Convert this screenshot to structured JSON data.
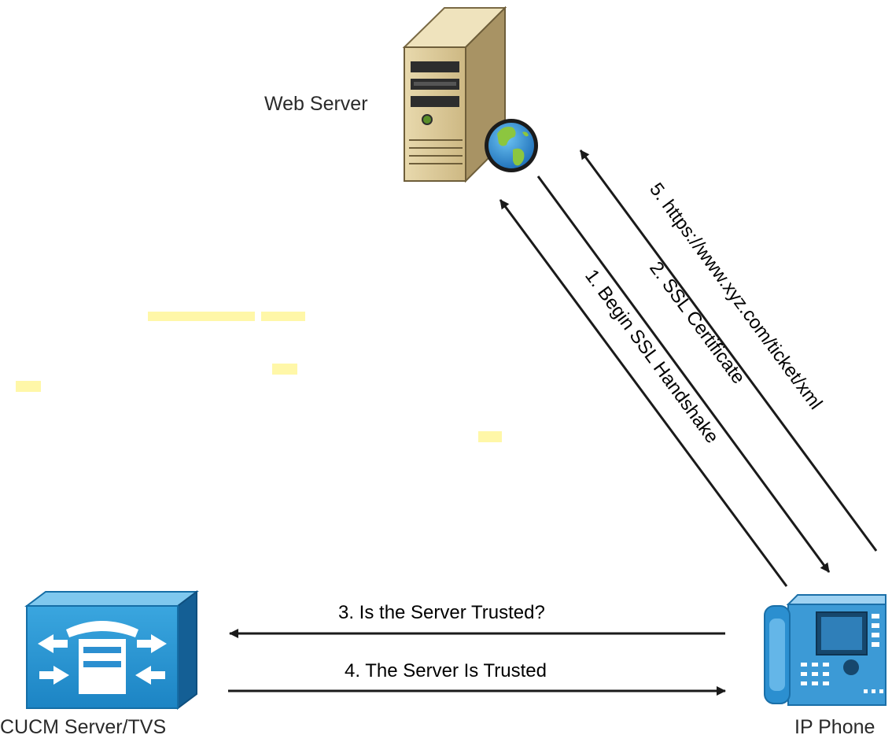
{
  "nodes": {
    "web_server": "Web Server",
    "cucm": "CUCM Server/TVS",
    "ip_phone": "IP Phone"
  },
  "flows": {
    "step1": "1. Begin SSL Handshake",
    "step2": "2. SSL Certificate",
    "step3": "3. Is the Server Trusted?",
    "step4": "4. The Server Is Trusted",
    "step5": "5. https://www.xyz.com/ticket/xml"
  },
  "colors": {
    "server_tan": "#d9c79a",
    "cisco_blue": "#1f8fcf",
    "phone_blue": "#2b8fd0",
    "arrow": "#1a1a1a",
    "highlight": "#fff7a8"
  },
  "icons": [
    "server-tower-icon",
    "globe-icon",
    "cucm-switch-icon",
    "ip-phone-icon"
  ]
}
